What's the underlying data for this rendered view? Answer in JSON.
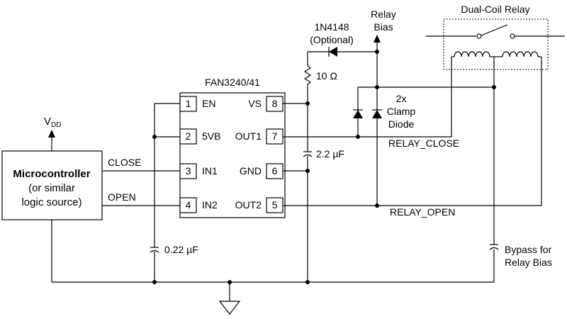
{
  "ic": {
    "name": "FAN3240/41",
    "pins": [
      {
        "num": "1",
        "label": "EN"
      },
      {
        "num": "2",
        "label": "5VB"
      },
      {
        "num": "3",
        "label": "IN1"
      },
      {
        "num": "4",
        "label": "IN2"
      },
      {
        "num": "5",
        "label": "OUT2"
      },
      {
        "num": "6",
        "label": "GND"
      },
      {
        "num": "7",
        "label": "OUT1"
      },
      {
        "num": "8",
        "label": "VS"
      }
    ]
  },
  "microcontroller": {
    "title": "Microcontroller",
    "line2": "(or similar",
    "line3": "logic source)"
  },
  "supply": {
    "v": "V",
    "sub": "DD"
  },
  "signals": {
    "close": "CLOSE",
    "open": "OPEN"
  },
  "components": {
    "cap_5vb": "0.22 µF",
    "cap_vs": "2.2 µF",
    "resistor": "10 Ω",
    "diode_name": "1N4148",
    "diode_optional": "(Optional)",
    "clamp_line1": "2x",
    "clamp_line2": "Clamp",
    "clamp_line3": "Diode",
    "bypass_line1": "Bypass for",
    "bypass_line2": "Relay Bias"
  },
  "relay": {
    "title": "Dual-Coil Relay",
    "bias_line1": "Relay",
    "bias_line2": "Bias"
  },
  "nets": {
    "relay_close": "RELAY_CLOSE",
    "relay_open": "RELAY_OPEN"
  }
}
